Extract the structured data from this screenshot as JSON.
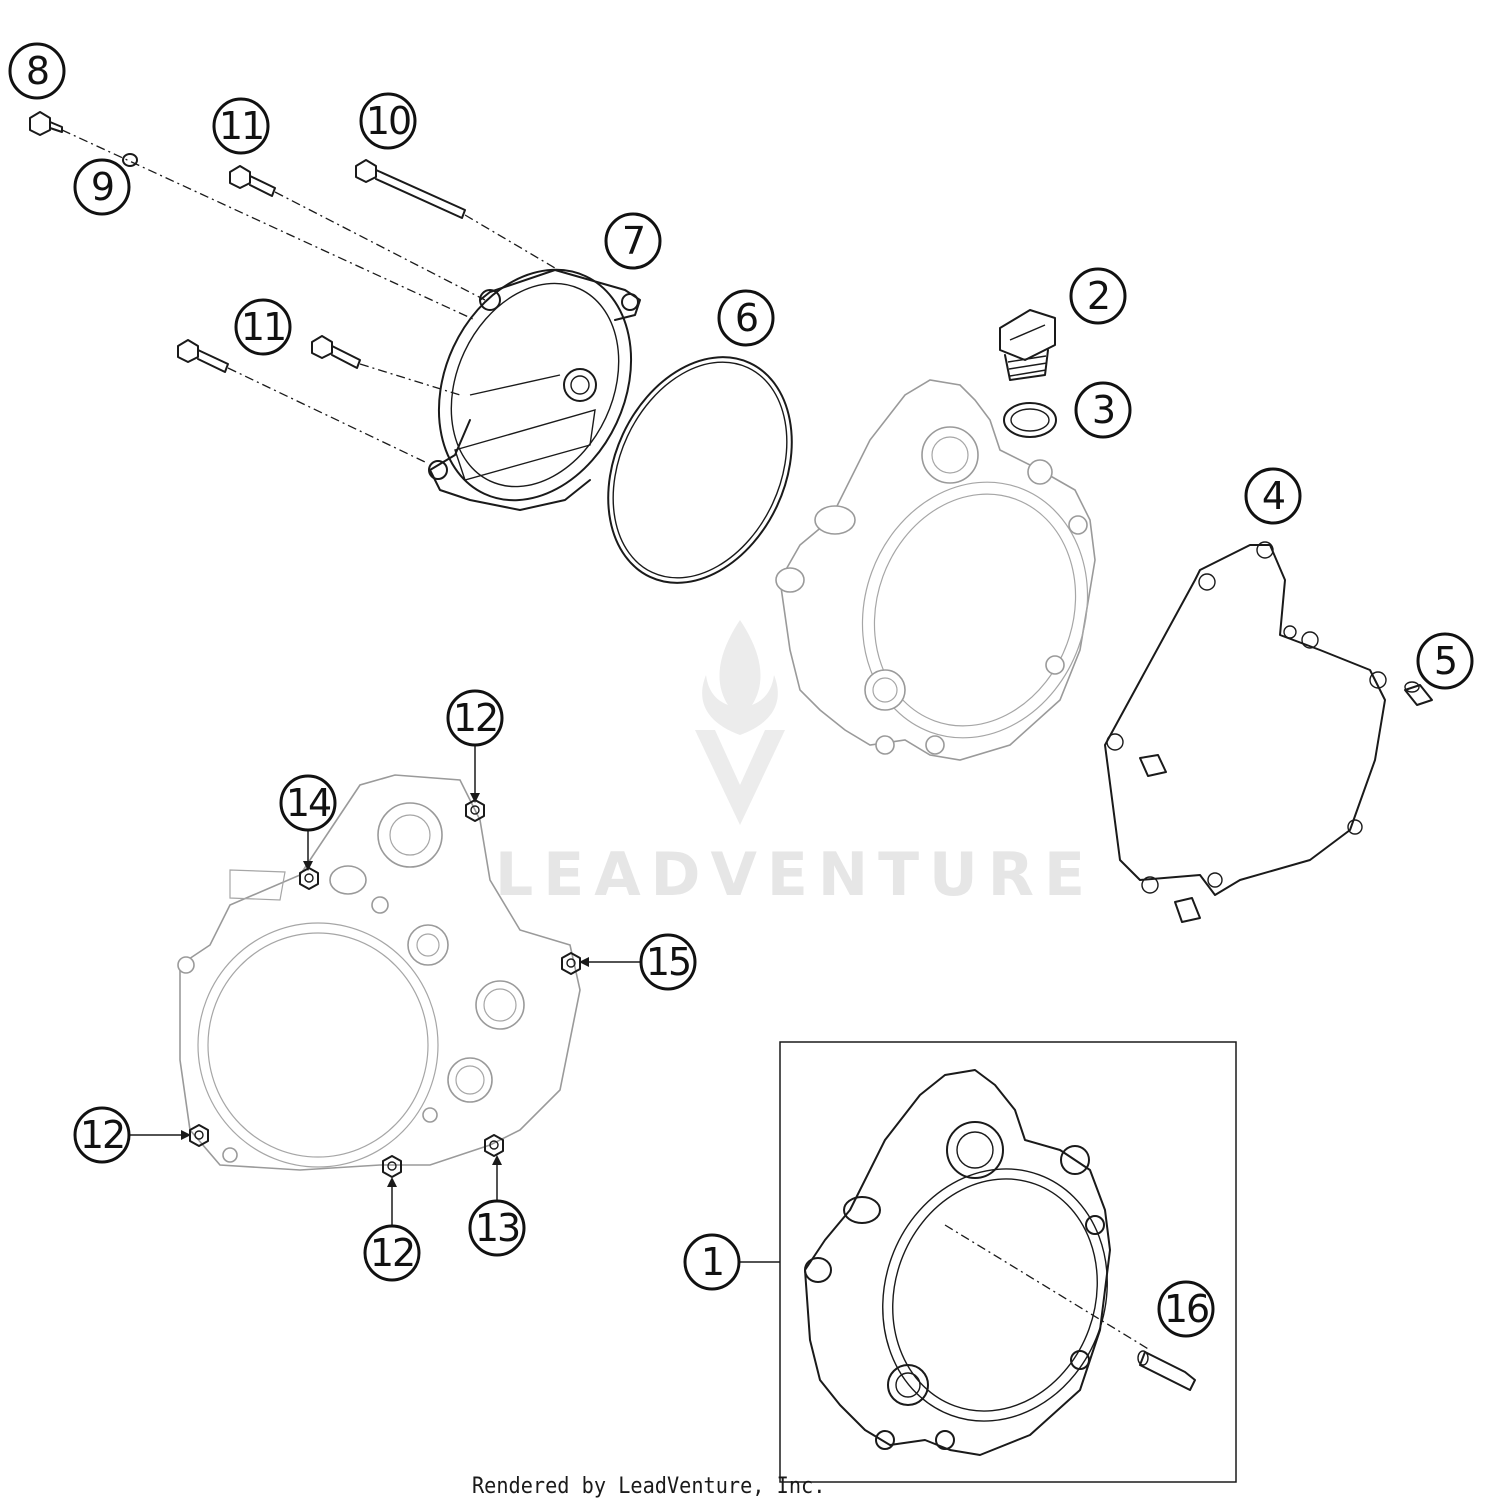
{
  "callouts": [
    {
      "id": "1",
      "label": "1"
    },
    {
      "id": "2",
      "label": "2"
    },
    {
      "id": "3",
      "label": "3"
    },
    {
      "id": "4",
      "label": "4"
    },
    {
      "id": "5",
      "label": "5"
    },
    {
      "id": "6",
      "label": "6"
    },
    {
      "id": "7",
      "label": "7"
    },
    {
      "id": "8",
      "label": "8"
    },
    {
      "id": "9",
      "label": "9"
    },
    {
      "id": "10",
      "label": "10"
    },
    {
      "id": "11a",
      "label": "11"
    },
    {
      "id": "11b",
      "label": "11"
    },
    {
      "id": "12a",
      "label": "12"
    },
    {
      "id": "12b",
      "label": "12"
    },
    {
      "id": "12c",
      "label": "12"
    },
    {
      "id": "13",
      "label": "13"
    },
    {
      "id": "14",
      "label": "14"
    },
    {
      "id": "15",
      "label": "15"
    },
    {
      "id": "16",
      "label": "16"
    }
  ],
  "watermark": {
    "text": "LEADVENTURE"
  },
  "footer": {
    "text": "Rendered by LeadVenture, Inc."
  }
}
